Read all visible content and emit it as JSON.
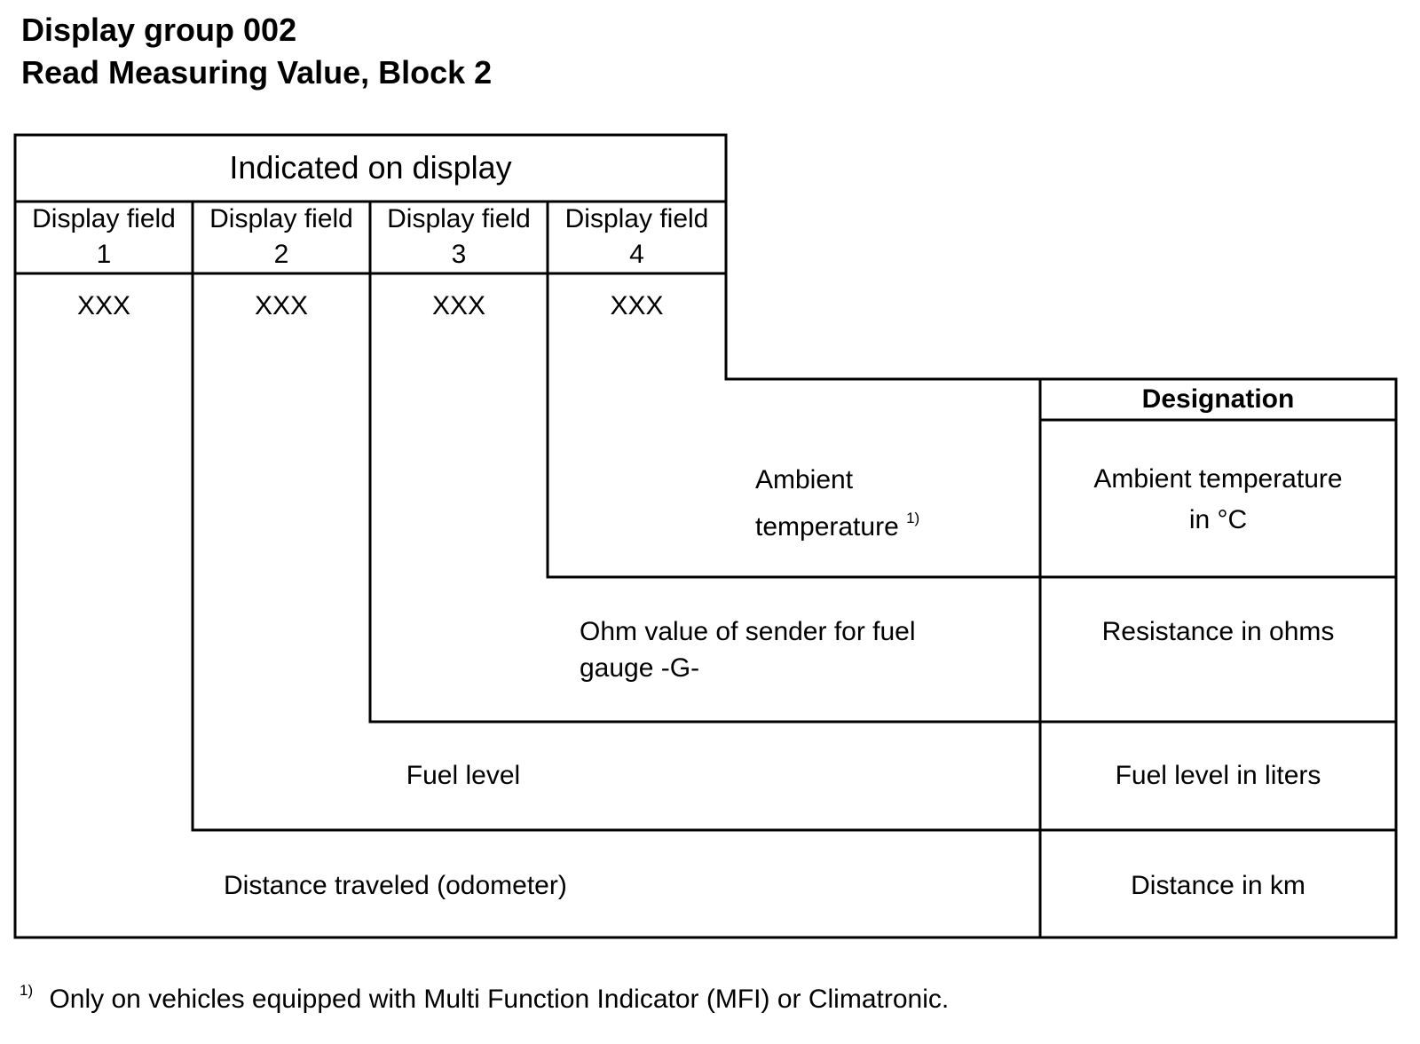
{
  "header": {
    "title_line1": "Display group 002",
    "title_line2": "Read Measuring Value, Block 2"
  },
  "table": {
    "top_header": "Indicated  on display",
    "fields": [
      {
        "label": "Display field",
        "number": "1",
        "value": "XXX"
      },
      {
        "label": "Display field",
        "number": "2",
        "value": "XXX"
      },
      {
        "label": "Display field",
        "number": "3",
        "value": "XXX"
      },
      {
        "label": "Display field",
        "number": "4",
        "value": "XXX"
      }
    ],
    "designation_header": "Designation",
    "rows": [
      {
        "description_line1": "Ambient",
        "description_line2": "temperature",
        "footnote_mark": "1)",
        "designation_line1": "Ambient temperature",
        "designation_line2": "in °C"
      },
      {
        "description_line1": "Ohm value of sender for fuel",
        "description_line2": "gauge -G-",
        "designation_line1": "Resistance in ohms"
      },
      {
        "description_line1": "Fuel level",
        "designation_line1": "Fuel level in liters"
      },
      {
        "description_line1": "Distance traveled (odometer)",
        "designation_line1": "Distance in km"
      }
    ]
  },
  "footnote": {
    "mark": "1)",
    "text": "Only on vehicles equipped with Multi Function Indicator (MFI) or Climatronic."
  }
}
